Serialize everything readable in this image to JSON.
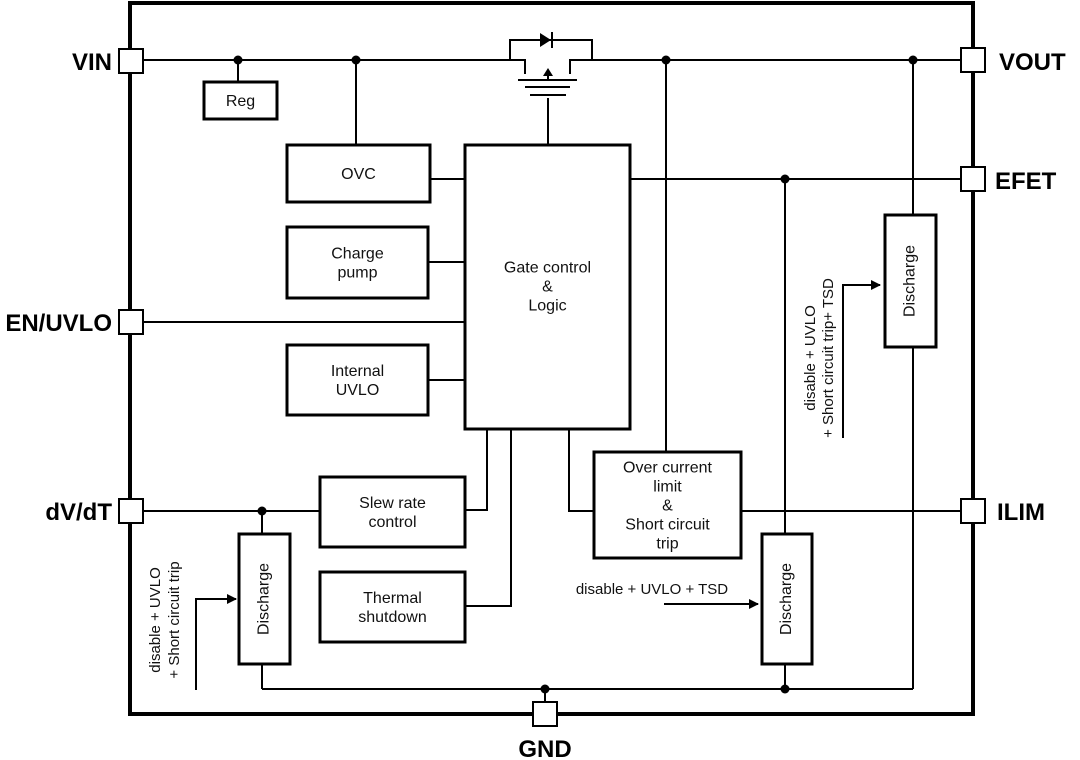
{
  "pins": {
    "vin": "VIN",
    "vout": "VOUT",
    "efet": "EFET",
    "en_uvlo": "EN/UVLO",
    "dvdt": "dV/dT",
    "ilim": "ILIM",
    "gnd": "GND"
  },
  "blocks": {
    "reg": [
      "Reg"
    ],
    "ovc": [
      "OVC"
    ],
    "charge_pump": [
      "Charge",
      "pump"
    ],
    "internal_uvlo": [
      "Internal",
      "UVLO"
    ],
    "gate_logic": [
      "Gate control",
      "&",
      "Logic"
    ],
    "slew_rate": [
      "Slew rate",
      "control"
    ],
    "thermal": [
      "Thermal",
      "shutdown"
    ],
    "ocl": [
      "Over current",
      "limit",
      "&",
      "Short circuit",
      "trip"
    ],
    "discharge_right": "Discharge",
    "discharge_mid": "Discharge",
    "discharge_left": "Discharge"
  },
  "notes": {
    "right": [
      "disable + UVLO",
      "+ Short circuit trip+ TSD"
    ],
    "mid": "disable + UVLO + TSD",
    "left": [
      "disable + UVLO",
      "+ Short circuit trip"
    ]
  }
}
